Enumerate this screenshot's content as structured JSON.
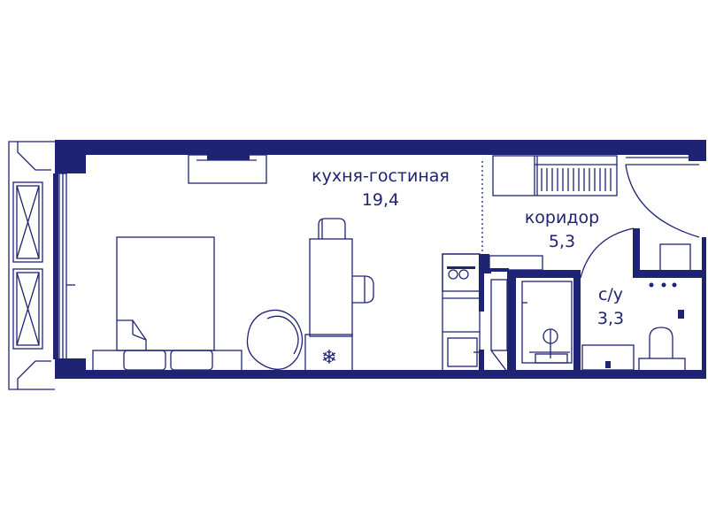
{
  "colors": {
    "wall": "#1e2473",
    "line": "#1e2473",
    "background": "#ffffff"
  },
  "rooms": {
    "living": {
      "name": "кухня-гостиная",
      "area": "19,4"
    },
    "corridor": {
      "name": "коридор",
      "area": "5,3"
    },
    "bathroom": {
      "name": "с/у",
      "area": "3,3"
    }
  },
  "icons": {
    "freezer": "snowflake-icon"
  }
}
